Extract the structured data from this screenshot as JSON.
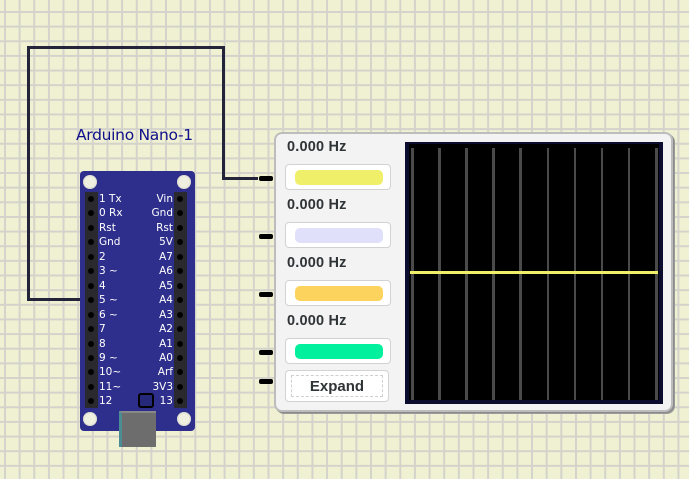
{
  "canvas": {
    "background_color": "#f0f0d2",
    "grid_color": "#d3d3cb",
    "wire_color": "#23233a"
  },
  "arduino": {
    "title": "Arduino Nano-1",
    "board_color": "#2e2f8c",
    "left_pins": [
      "1 Tx",
      "0 Rx",
      "Rst",
      "Gnd",
      "2",
      "3 ~",
      "4",
      "5 ~",
      "6 ~",
      "7",
      "8",
      "9 ~",
      "10~",
      "11~",
      "12"
    ],
    "right_pins": [
      "Vin",
      "Gnd",
      "Rst",
      "5V",
      "A7",
      "A6",
      "A5",
      "A4",
      "A3",
      "A2",
      "A1",
      "A0",
      "Arf",
      "3V3",
      "13"
    ]
  },
  "wire": {
    "from": "Arduino Nano-1 pin 5 ~",
    "to": "Frequency meter channel 1"
  },
  "frequency_meter": {
    "channels": [
      {
        "frequency": "0.000 Hz",
        "color": "#f0ef6a"
      },
      {
        "frequency": "0.000 Hz",
        "color": "#e0e0fb"
      },
      {
        "frequency": "0.000 Hz",
        "color": "#fcd35c"
      },
      {
        "frequency": "0.000 Hz",
        "color": "#00f09e"
      }
    ],
    "expand_label": "Expand",
    "scope": {
      "background": "#000000",
      "grid_color": "#4a4a4a",
      "vertical_gridlines": 10,
      "trace": {
        "channel": 1,
        "color": "#f0ef6a",
        "level_fraction": 0.5
      }
    }
  }
}
